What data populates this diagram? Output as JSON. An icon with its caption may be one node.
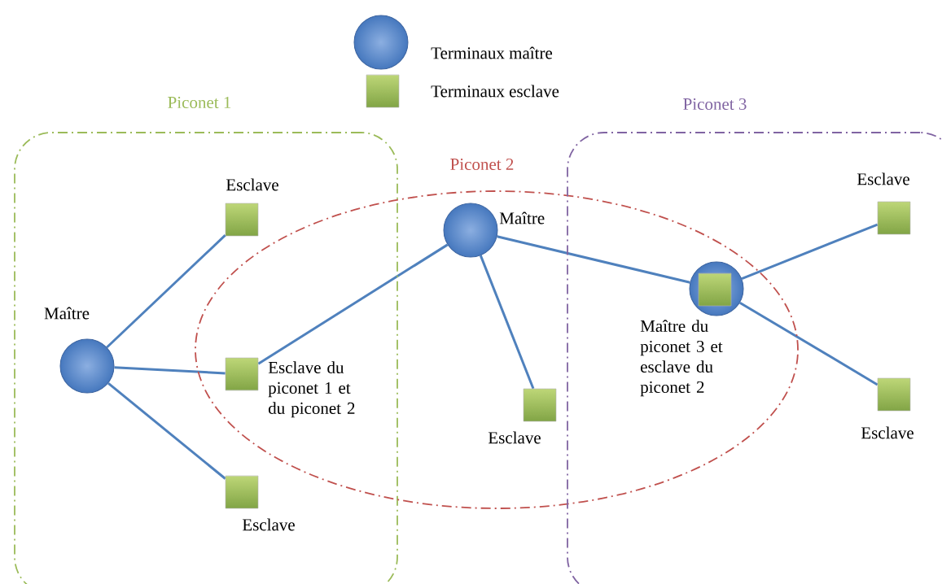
{
  "diagram": {
    "nodes": [
      {
        "text": [
          "Piconet 1"
        ]
      },
      {
        "text": [
          "Piconet 2"
        ]
      },
      {
        "text": [
          "Piconet 3"
        ]
      },
      {
        "text": [],
        "shape": "circle",
        "beside": [
          "Maître"
        ],
        "in": 0
      },
      {
        "text": [],
        "shape": "box",
        "beside": [
          "Esclave"
        ],
        "in": 0
      },
      {
        "text": [],
        "shape": "box",
        "beside": [
          "Esclave du piconet 1 et du piconet 2"
        ]
      },
      {
        "text": [],
        "shape": "box",
        "beside": [
          "Esclave"
        ],
        "in": 0
      },
      {
        "text": [],
        "shape": "circle",
        "beside": [
          "Maître"
        ],
        "in": 1
      },
      {
        "text": [],
        "shape": "box",
        "beside": [
          "Esclave"
        ],
        "in": 1
      },
      {
        "text": [],
        "shape": "circle",
        "beside": [
          "Maître du piconet 3 et esclave du piconet 2"
        ]
      },
      {
        "text": [],
        "shape": "box",
        "in": 9
      },
      {
        "text": [],
        "shape": "box",
        "beside": [
          "Esclave"
        ],
        "in": 2
      },
      {
        "text": [],
        "shape": "box",
        "beside": [
          "Esclave"
        ],
        "in": 2
      }
    ],
    "edges": [
      {
        "from": 3,
        "to": 4,
        "arrow": "none"
      },
      {
        "from": 3,
        "to": 5,
        "arrow": "none"
      },
      {
        "from": 3,
        "to": 6,
        "arrow": "none"
      },
      {
        "from": 5,
        "to": 7,
        "arrow": "none"
      },
      {
        "from": 7,
        "to": 8,
        "arrow": "none"
      },
      {
        "from": 7,
        "to": 9,
        "arrow": "none"
      },
      {
        "from": 9,
        "to": 11,
        "arrow": "none"
      },
      {
        "from": 9,
        "to": 12,
        "arrow": "none"
      }
    ],
    "legend": [
      {
        "text": "Terminaux maître"
      },
      {
        "text": "Terminaux esclave"
      }
    ]
  }
}
